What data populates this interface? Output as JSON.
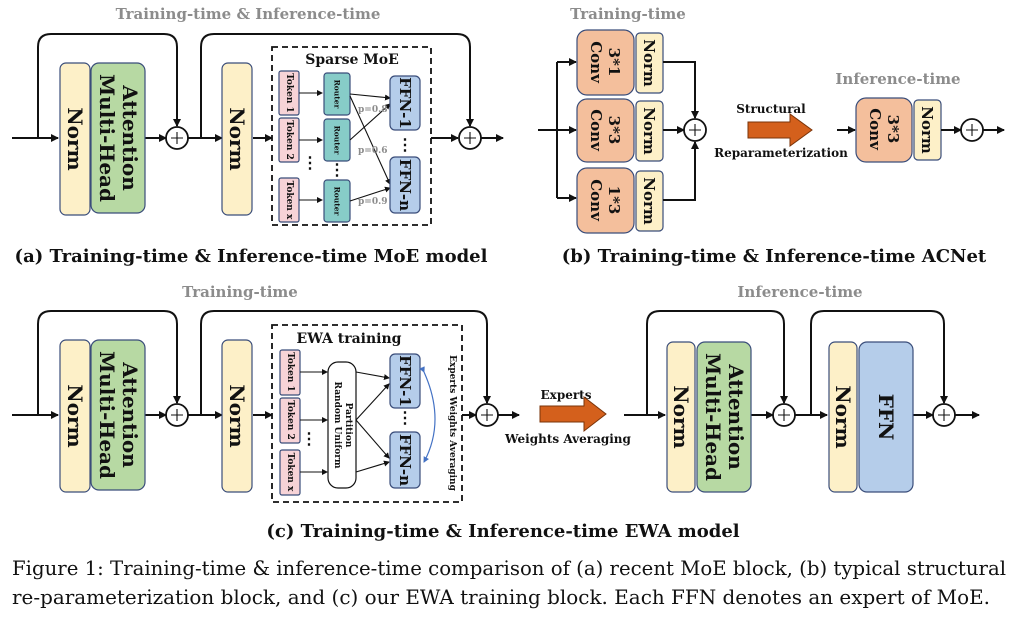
{
  "panel_a": {
    "header": "Training-time & Inference-time",
    "norm": "Norm",
    "mha_1": "Multi-Head",
    "mha_2": "Attention",
    "moe_title": "Sparse MoE",
    "tokens": [
      "Token 1",
      "Token 2",
      "Token x"
    ],
    "router": "Router",
    "experts": [
      "FFN-1",
      "FFN-n"
    ],
    "probs": [
      "p=0.8",
      "p=0.6",
      "p=0.9"
    ],
    "caption": "(a) Training-time & Inference-time MoE model"
  },
  "panel_b": {
    "train_header": "Training-time",
    "infer_header": "Inference-time",
    "convs": [
      [
        "3*1",
        "Conv"
      ],
      [
        "3*3",
        "Conv"
      ],
      [
        "1*3",
        "Conv"
      ]
    ],
    "norm": "Norm",
    "arrow_top": "Structural",
    "arrow_bottom": "Reparameterization",
    "result_conv": [
      "3*3",
      "Conv"
    ],
    "caption": "(b) Training-time & Inference-time ACNet"
  },
  "panel_c": {
    "train_header": "Training-time",
    "infer_header": "Inference-time",
    "norm": "Norm",
    "mha_1": "Multi-Head",
    "mha_2": "Attention",
    "ewa_title": "EWA training",
    "tokens": [
      "Token 1",
      "Token 2",
      "Token x"
    ],
    "partition_1": "Random Uniform",
    "partition_2": "Partition",
    "experts": [
      "FFN-1",
      "FFN-n"
    ],
    "averaging": "Experts Weights Averaging",
    "arrow_top": "Experts",
    "arrow_bottom": "Weights Averaging",
    "ffn": "FFN",
    "caption": "(c) Training-time & Inference-time EWA model"
  },
  "figure_caption": {
    "line1": "Figure 1: Training-time & inference-time comparison of (a) recent MoE block, (b) typical structural",
    "line2": "re-parameterization block, and (c) our EWA training block. Each FFN denotes an expert of MoE."
  },
  "colors": {
    "norm": "#fdf0c8",
    "attention": "#b7d9a3",
    "ffn": "#b5cdea",
    "token": "#f7d3d7",
    "router": "#87ccc8",
    "conv": "#f4bf9c",
    "transform_arrow": "#d4601c",
    "header_gray": "#8c8c8c"
  }
}
